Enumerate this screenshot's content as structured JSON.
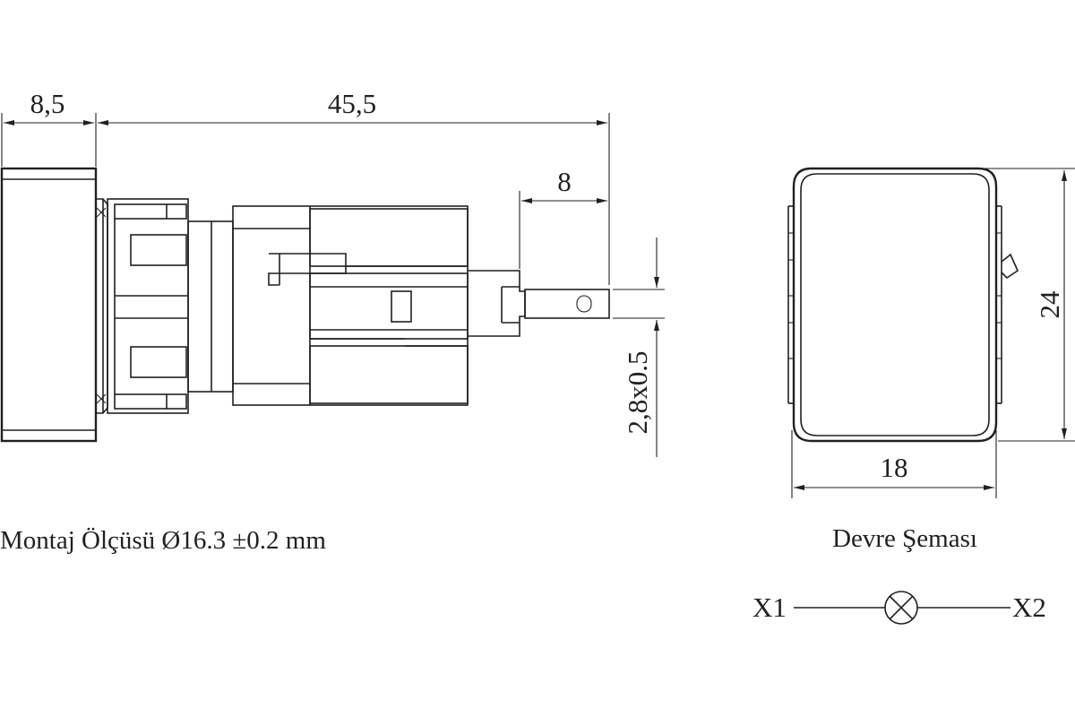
{
  "side_view": {
    "dimensions": {
      "bezel_depth": "8,5",
      "body_length": "45,5",
      "terminal_length": "8",
      "terminal_size": "2,8x0.5"
    },
    "mounting_text": "Montaj Ölçüsü Ø16.3 ±0.2 mm"
  },
  "front_view": {
    "dimensions": {
      "width": "18",
      "height": "24"
    }
  },
  "circuit": {
    "title": "Devre Şeması",
    "terminal_left": "X1",
    "terminal_right": "X2",
    "symbol": "lamp-cross-circle-icon"
  },
  "colors": {
    "line": "#231f20",
    "background": "#ffffff"
  }
}
